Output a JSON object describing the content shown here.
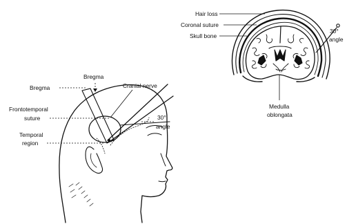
{
  "head_figure": {
    "labels": {
      "bregma_top": "Bregma",
      "bregma_left": "Bregma",
      "cranial_nerve": "Cranial nerve",
      "frontotemporal_1": "Frontotemporal",
      "frontotemporal_2": "suture",
      "angle_1": "30°",
      "angle_2": "angle",
      "temporal_1": "Temporal",
      "temporal_2": "region"
    }
  },
  "coronal_figure": {
    "labels": {
      "hair_loss": "Hair loss",
      "coronal_suture": "Coronal suture",
      "skull_bone": "Skull bone",
      "angle_1": "30°",
      "angle_2": "angle",
      "medulla_1": "Medulla",
      "medulla_2": "oblongata"
    }
  }
}
